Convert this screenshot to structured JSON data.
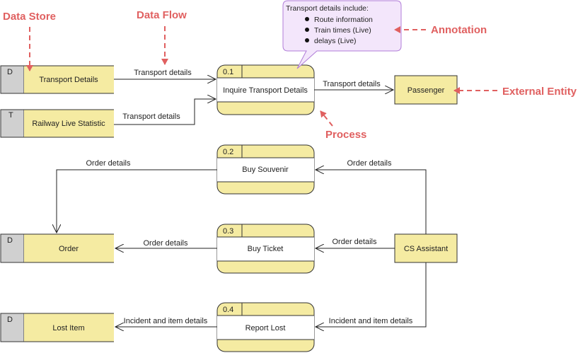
{
  "data_stores": [
    {
      "id": "D",
      "name": "Transport Details"
    },
    {
      "id": "T",
      "name": "Railway Live Statistic"
    },
    {
      "id": "D",
      "name": "Order"
    },
    {
      "id": "D",
      "name": "Lost Item"
    }
  ],
  "processes": [
    {
      "number": "0.1",
      "name": "Inquire Transport Details"
    },
    {
      "number": "0.2",
      "name": "Buy Souvenir"
    },
    {
      "number": "0.3",
      "name": "Buy Ticket"
    },
    {
      "number": "0.4",
      "name": "Report Lost"
    }
  ],
  "external_entities": [
    "Passenger",
    "CS Assistant"
  ],
  "flows": {
    "transport_details_store": "Transport details",
    "transport_details_live": "Transport details",
    "transport_details_out": "Transport details",
    "order_details_souvenir_in": "Order details",
    "order_details_souvenir_out": "Order details",
    "order_details_ticket_in": "Order details",
    "order_details_ticket_out": "Order details",
    "incident_in": "Incident and item details",
    "incident_out": "Incident and item details"
  },
  "note": {
    "title": "Transport details include:",
    "items": [
      "Route information",
      "Train times (Live)",
      "delays (Live)"
    ]
  },
  "callouts": {
    "data_store": "Data Store",
    "data_flow": "Data Flow",
    "annotation": "Annotation",
    "external_entity": "External Entity",
    "process": "Process"
  },
  "colors": {
    "fill": "#f5eba2",
    "store_id_fill": "#d0d0d0",
    "note_fill": "#f3e6fb",
    "note_border": "#b07cd8",
    "annotation": "#e06060"
  }
}
